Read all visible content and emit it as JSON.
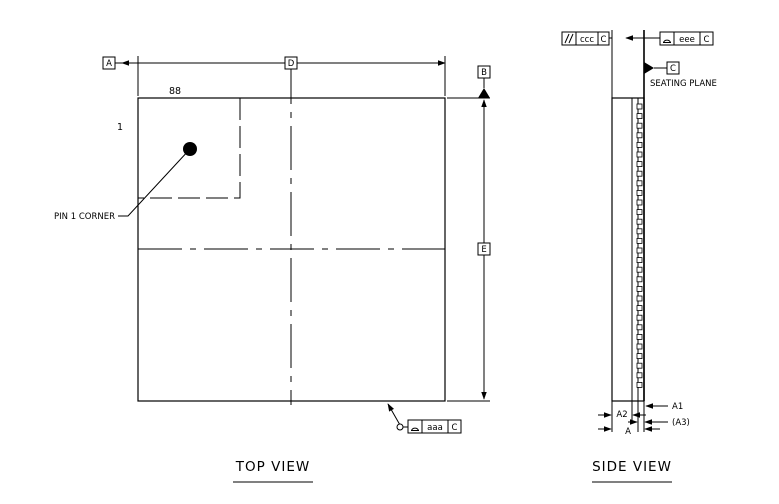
{
  "top_view": {
    "caption": "TOP VIEW",
    "datum_a": "A",
    "datum_b": "B",
    "dim_d": "D",
    "dim_e": "E",
    "pin_count_top": "88",
    "pin_number_first": "1",
    "pin1_label": "PIN 1 CORNER",
    "flatness_tolerance": "aaa",
    "flatness_datum": "C"
  },
  "side_view": {
    "caption": "SIDE VIEW",
    "parallelism_tolerance": "ccc",
    "parallelism_datum": "C",
    "profile_tolerance": "eee",
    "profile_datum": "C",
    "datum_c": "C",
    "seating_plane_label": "SEATING PLANE",
    "dim_a1": "A1",
    "dim_a2": "A2",
    "dim_a3": "(A3)",
    "dim_a": "A"
  },
  "colors": {
    "line": "#000000",
    "background": "#ffffff"
  }
}
